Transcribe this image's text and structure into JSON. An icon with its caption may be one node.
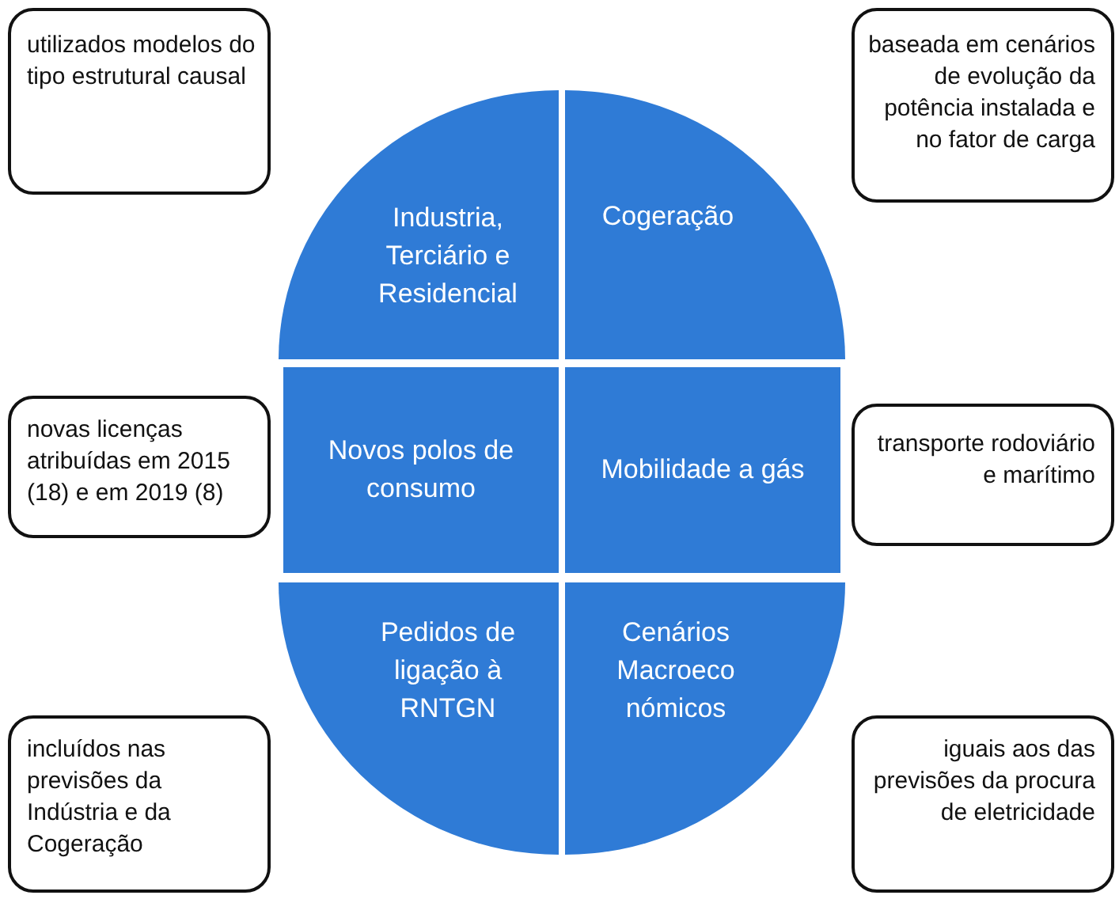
{
  "diagram": {
    "nodes": [
      {
        "text": [
          "utilizados modelos do tipo estrutural causal"
        ]
      },
      {
        "text": [
          "Industria, Terciário e Residencial"
        ]
      },
      {
        "text": [
          "Cogeração"
        ]
      },
      {
        "text": [
          "baseada em cenários de evolução da potência instalada e no fator de carga"
        ]
      },
      {
        "text": [
          "novas licenças atribuídas em 2015 (18) e em 2019 (8)"
        ]
      },
      {
        "text": [
          "Novos polos de consumo"
        ]
      },
      {
        "text": [
          "Mobilidade a gás"
        ]
      },
      {
        "text": [
          "transporte rodoviário e marítimo"
        ]
      },
      {
        "text": [
          "incluídos nas previsões da Indústria e da Cogeração"
        ]
      },
      {
        "text": [
          "Pedidos de ligação à RNTGN"
        ]
      },
      {
        "text": [
          "Cenários Macroeco nómicos"
        ]
      },
      {
        "text": [
          "iguais aos das previsões da procura de eletricidade"
        ]
      }
    ]
  }
}
